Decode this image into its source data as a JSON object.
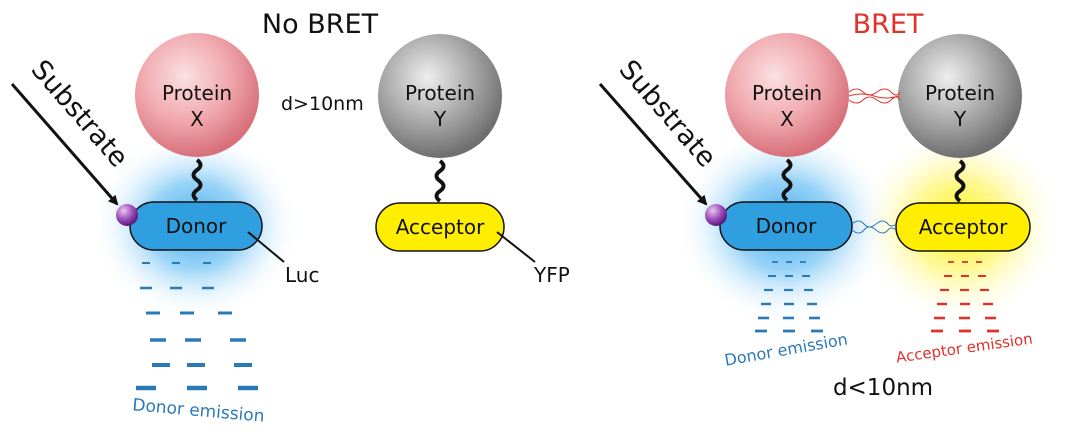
{
  "panels": {
    "left": {
      "title": "No BRET",
      "title_color": "#111111",
      "substrate": "Substrate",
      "protein_x": {
        "line1": "Protein",
        "line2": "X",
        "color": "#f0a9ae"
      },
      "protein_y": {
        "line1": "Protein",
        "line2": "Y",
        "color": "#9b9b9b"
      },
      "distance": "d>10nm",
      "donor": "Donor",
      "acceptor": "Acceptor",
      "donor_tag": "Luc",
      "acceptor_tag": "YFP",
      "donor_emission": "Donor emission"
    },
    "right": {
      "title": "BRET",
      "title_color": "#e0312a",
      "substrate": "Substrate",
      "protein_x": {
        "line1": "Protein",
        "line2": "X",
        "color": "#f0a9ae"
      },
      "protein_y": {
        "line1": "Protein",
        "line2": "Y",
        "color": "#9b9b9b"
      },
      "donor": "Donor",
      "acceptor": "Acceptor",
      "donor_emission": "Donor emission",
      "acceptor_emission": "Acceptor emission",
      "distance": "d<10nm"
    }
  },
  "colors": {
    "donor": "#2f9fe0",
    "acceptor": "#ffee00",
    "donor_emission": "#2a7ab8",
    "acceptor_emission": "#e0312a",
    "substrate_bead": "#8b3fa8"
  }
}
